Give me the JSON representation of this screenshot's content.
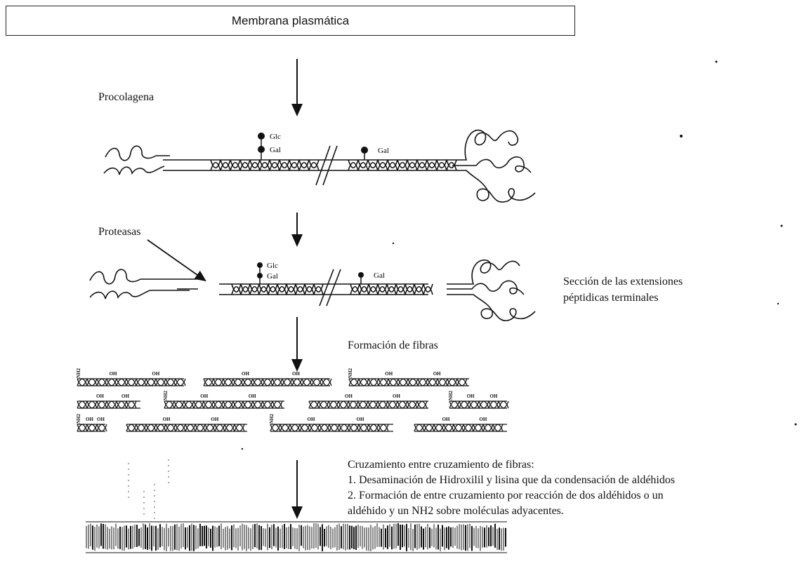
{
  "membrane_label": "Membrana plasmática",
  "procollagen_label": "Procolagena",
  "proteases_label": "Proteasas",
  "section_label": [
    "Sección de las extensiones",
    "péptidicas terminales"
  ],
  "fiber_formation_label": "Formación de fibras",
  "sugars": {
    "glc": "Glc",
    "gal": "Gal"
  },
  "crosslink": {
    "title": "Cruzamiento entre cruzamiento de fibras:",
    "steps": [
      "1. Desaminación de Hidroxilil y lisina que da condensación de aldéhidos",
      "2. Formación de entre cruzamiento por reacción de dos aldéhidos o un",
      "aldéhido y un NH2 sobre moléculas adyacentes."
    ]
  },
  "fiber_tags": {
    "oh": "OH",
    "nh2": "NH2"
  }
}
